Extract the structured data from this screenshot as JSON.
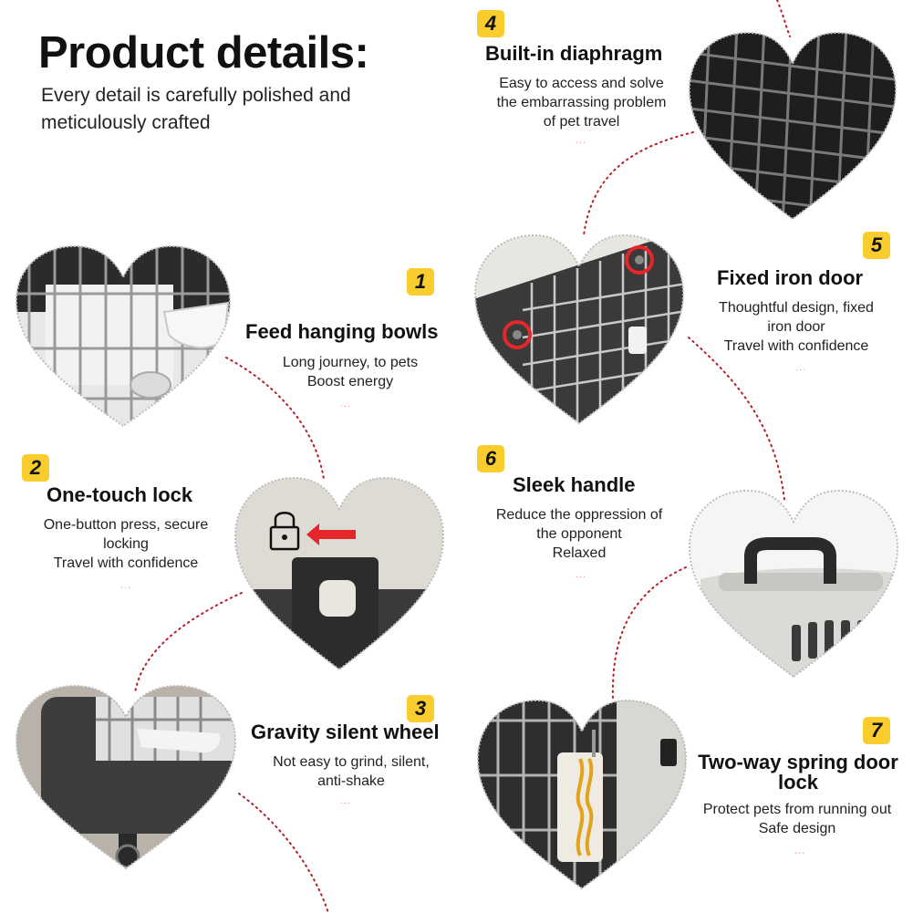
{
  "header": {
    "title": "Product details:",
    "subtitle": "Every detail is carefully polished and meticulously crafted"
  },
  "features": [
    {
      "number": "1",
      "title": "Feed hanging bowls",
      "desc": [
        "Long journey, to pets",
        "Boost energy"
      ],
      "more": "...",
      "image": "cage-with-hanging-bowl"
    },
    {
      "number": "2",
      "title": "One-touch lock",
      "desc": [
        "One-button press, secure",
        "locking",
        "Travel with confidence"
      ],
      "more": "...",
      "image": "lock-button-with-red-arrow"
    },
    {
      "number": "3",
      "title": "Gravity silent wheel",
      "desc": [
        "Not easy to grind, silent,",
        "anti-shake"
      ],
      "more": "...",
      "image": "carrier-base-with-wheel"
    },
    {
      "number": "4",
      "title": "Built-in diaphragm",
      "desc": [
        "Easy to access and solve",
        "the embarrassing problem",
        "of pet travel"
      ],
      "more": "...",
      "image": "grid-floor-diaphragm"
    },
    {
      "number": "5",
      "title": "Fixed iron door",
      "desc": [
        "Thoughtful design, fixed",
        "iron door",
        "Travel with confidence"
      ],
      "more": "...",
      "image": "iron-door-with-screws"
    },
    {
      "number": "6",
      "title": "Sleek handle",
      "desc": [
        "Reduce the oppression of",
        "the opponent",
        "Relaxed"
      ],
      "more": "...",
      "image": "carrier-top-handle"
    },
    {
      "number": "7",
      "title": "Two-way spring door lock",
      "desc": [
        "Protect pets from running out",
        "Safe design"
      ],
      "more": "...",
      "image": "spring-door-latch"
    }
  ],
  "colors": {
    "badge": "#f9cd2e",
    "dotted_line": "#b3202a",
    "accent_red": "#e5262a",
    "heart_border": "#bdbdbd"
  }
}
